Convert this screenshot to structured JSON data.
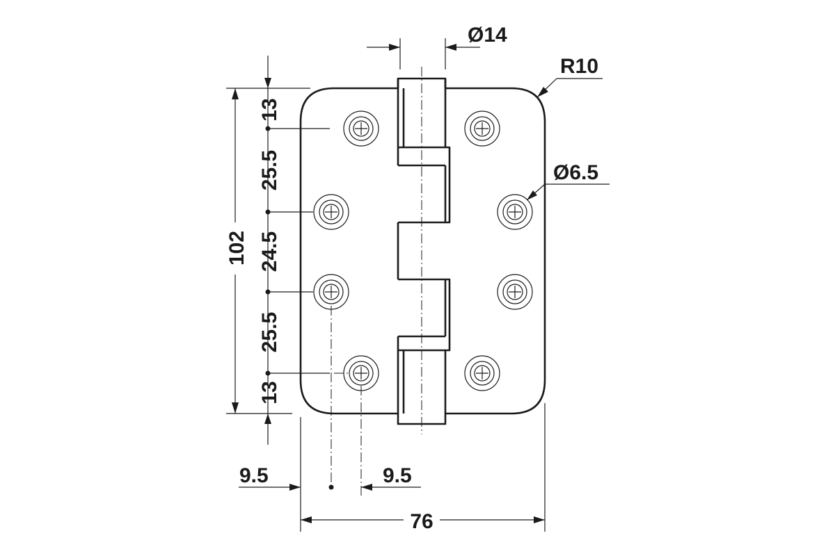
{
  "diagram": {
    "subject": "butt hinge technical drawing",
    "dimensions": {
      "pin_diameter": "Ø14",
      "corner_radius": "R10",
      "hole_diameter": "Ø6.5",
      "overall_height": "102",
      "overall_width": "76",
      "edge_offset_left": "9.5",
      "edge_offset_right": "9.5",
      "spacing": [
        "13",
        "25.5",
        "24.5",
        "25.5",
        "13"
      ]
    },
    "colors": {
      "line": "#1a1a1a",
      "background": "#ffffff"
    }
  }
}
